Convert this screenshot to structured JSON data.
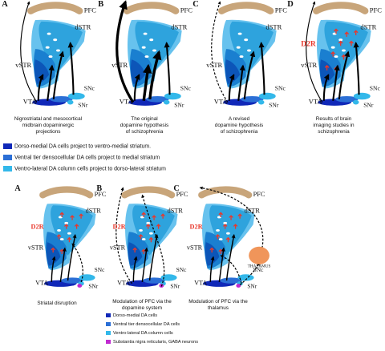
{
  "colors": {
    "pfc": "#c8a57a",
    "dstr": "#2ea3dd",
    "dstr_light": "#67c2ee",
    "vstr": "#0c55b8",
    "vstr_mid": "#1a7fd0",
    "dark_blue": "#1028b8",
    "mid_blue": "#2b6fd6",
    "cyan": "#33b8ea",
    "violet": "#c02ad0",
    "thalamus": "#f0955a",
    "receptor_red": "#e8382c",
    "arrow": "#000000"
  },
  "labels": {
    "pfc": "PFC",
    "dstr": "dSTR",
    "vstr": "vSTR",
    "vta": "VTA",
    "snc": "SNc",
    "snr": "SNr",
    "d2r": "D2R",
    "thalamus": "THALAMUS"
  },
  "top_panels": [
    {
      "letter": "A",
      "caption": "Nigrostriatal and mesocortical\nmidbrain dopaminergic\nprojections"
    },
    {
      "letter": "B",
      "caption": "The original\ndopamine hypothesis\nof schizophrenia"
    },
    {
      "letter": "C",
      "caption": "A revised\ndopamine hypothesis\nof schizophrenia"
    },
    {
      "letter": "D",
      "caption": "Results of brain\nimaging studies in\nschizophrenia"
    }
  ],
  "bottom_panels": [
    {
      "letter": "A",
      "caption": "Striatal disruption"
    },
    {
      "letter": "B",
      "caption": "Modulation of PFC via the\ndopamine system"
    },
    {
      "letter": "C",
      "caption": "Modulation of PFC via the\nthalamus"
    }
  ],
  "legend_top": [
    {
      "color": "#1028b8",
      "text": "Dorso-medial DA cells project to ventro-medial striatum."
    },
    {
      "color": "#2b6fd6",
      "text": "Ventral tier densocellular DA cells project to medial striatum"
    },
    {
      "color": "#33b8ea",
      "text": "Ventro-lateral DA column cells project to dorso-lateral striatum"
    }
  ],
  "legend_bottom": [
    {
      "color": "#1028b8",
      "text": "Dorso-medial DA cells"
    },
    {
      "color": "#2b6fd6",
      "text": "Ventral tier densocellular DA cells"
    },
    {
      "color": "#33b8ea",
      "text": "Ventro-lateral DA column cells"
    },
    {
      "color": "#c02ad0",
      "text": "Substantia nigra reticularis, GABA neurons"
    }
  ]
}
